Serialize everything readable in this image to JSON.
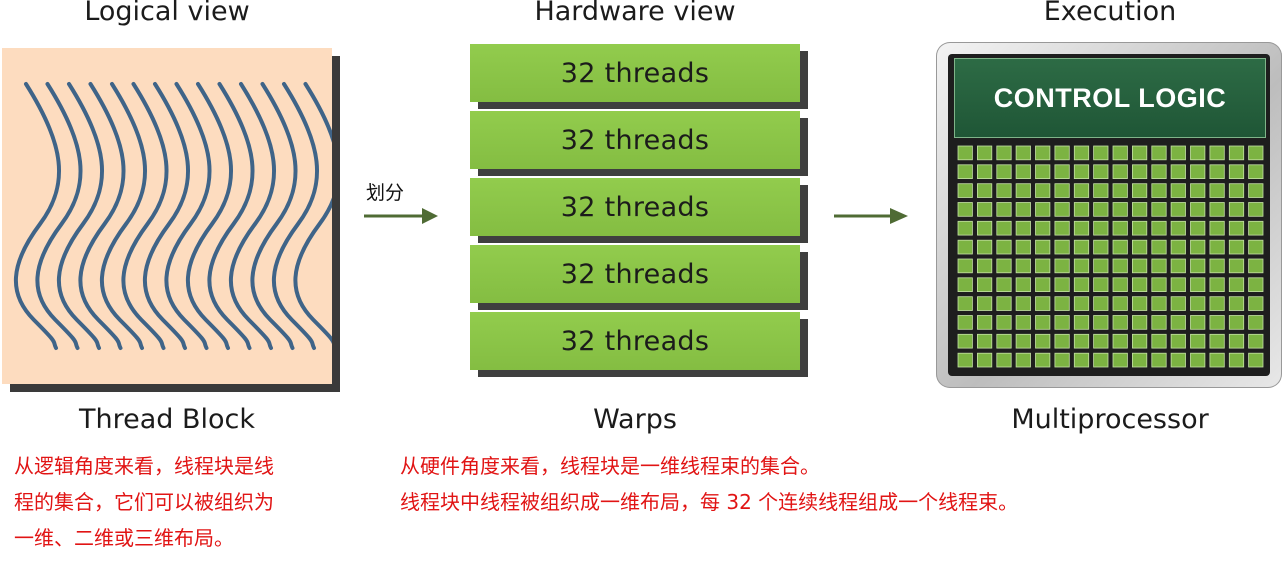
{
  "headings": {
    "logical": "Logical view",
    "hardware": "Hardware view",
    "execution": "Execution"
  },
  "captions": {
    "thread_block": "Thread Block",
    "warps": "Warps",
    "multiprocessor": "Multiprocessor"
  },
  "warps": [
    {
      "label": "32 threads"
    },
    {
      "label": "32 threads"
    },
    {
      "label": "32 threads"
    },
    {
      "label": "32 threads"
    },
    {
      "label": "32 threads"
    }
  ],
  "arrow1": {
    "label": "划分"
  },
  "control_logic": {
    "label": "CONTROL LOGIC"
  },
  "notes": {
    "logical_lines": [
      "从逻辑角度来看，线程块是线",
      "程的集合，它们可以被组织为",
      "一维、二维或三维布局。"
    ],
    "hardware_lines": [
      "从硬件角度来看，线程块是一维线程束的集合。",
      "线程块中线程被组织成一维布局，每 32 个连续线程组成一个线程束。"
    ]
  },
  "colors": {
    "thread_line": "#3f6488",
    "warp_green": "#8bc34a",
    "block_bg": "#fddcbf",
    "arrow": "#4f6b34",
    "note_red": "#e11414",
    "core_green": "#7cb342"
  },
  "thread_count": 14,
  "core_grid": {
    "columns": 16,
    "rows": 12
  }
}
